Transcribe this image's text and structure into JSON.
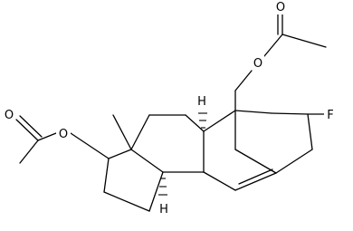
{
  "diagram": {
    "type": "chemical-structure",
    "atom_labels": {
      "O_acetate_top_carbonyl": "O",
      "O_acetate_top_ester": "O",
      "O_acetate_left_carbonyl": "O",
      "O_acetate_left_ester": "O",
      "F": "F",
      "H_top": "H",
      "H_bottom": "H"
    }
  }
}
